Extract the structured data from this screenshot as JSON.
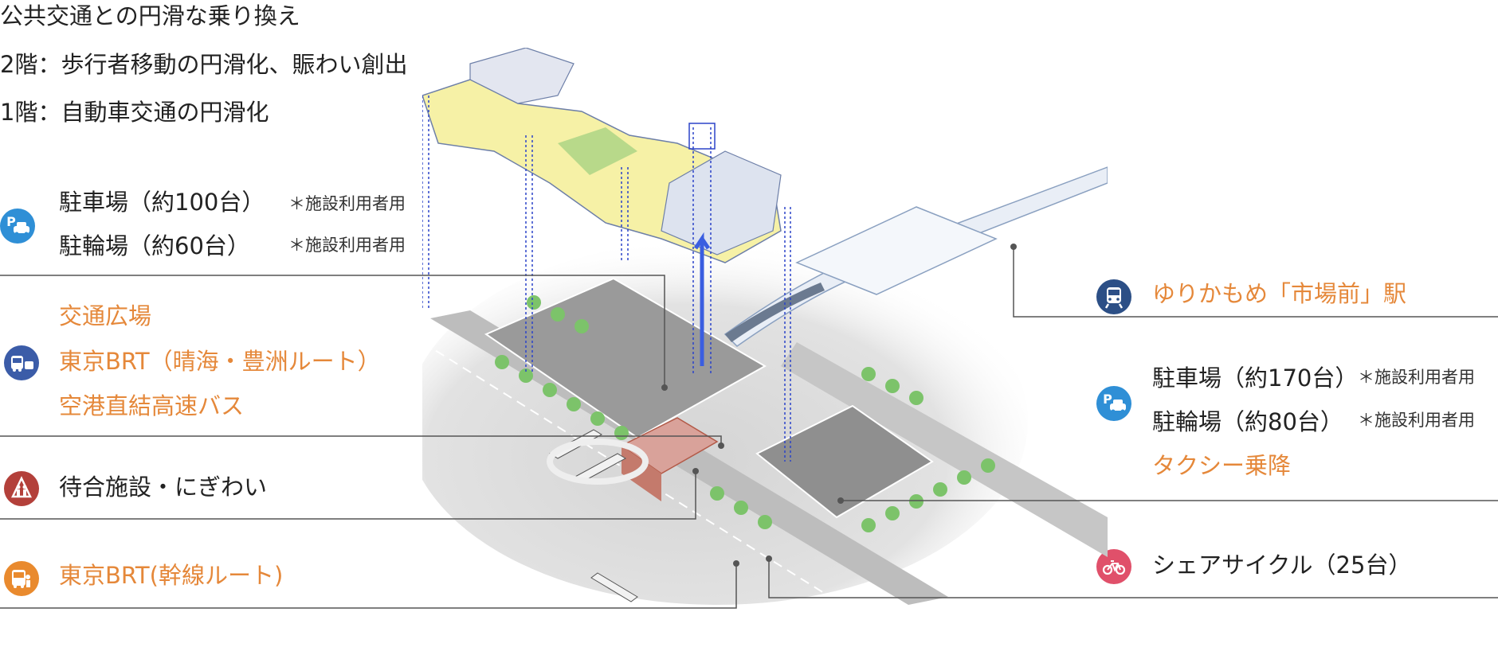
{
  "headings": {
    "line1": "公共交通との円滑な乗り換え",
    "line2": "2階：歩行者移動の円滑化、賑わい創出",
    "line3": "1階：自動車交通の円滑化"
  },
  "left": {
    "parking": {
      "car": "駐車場（約100台）",
      "bike": "駐輪場（約60台）",
      "note": "＊施設利用者用"
    },
    "bus": {
      "plaza": "交通広場",
      "brt": "東京BRT（晴海・豊洲ルート）",
      "airport": "空港直結高速バス"
    },
    "waiting": {
      "label": "待合施設・にぎわい"
    },
    "brt_trunk": {
      "label": "東京BRT(幹線ルート)"
    }
  },
  "right": {
    "station": {
      "label": "ゆりかもめ「市場前」駅"
    },
    "parking": {
      "car": "駐車場（約170台）",
      "bike": "駐輪場（約80台）",
      "note": "＊施設利用者用",
      "taxi": "タクシー乗降"
    },
    "cycle": {
      "label": "シェアサイクル（25台）"
    }
  },
  "icons": {
    "parking_left": "parking-car-icon",
    "bus": "bus-icon",
    "waiting": "people-waiting-icon",
    "brt": "brt-bus-icon",
    "train": "train-icon",
    "parking_right": "parking-car-icon",
    "bicycle": "bicycle-icon"
  },
  "colors": {
    "accent_orange": "#e5883a",
    "parking_blue": "#2f8fd6",
    "bus_blue": "#3b5ca8",
    "train_navy": "#2c4f86",
    "waiting_red": "#b3403a",
    "brt_orange": "#e98a2e",
    "cycle_pink": "#e0506a",
    "deck_yellow": "#f6f1a6"
  }
}
